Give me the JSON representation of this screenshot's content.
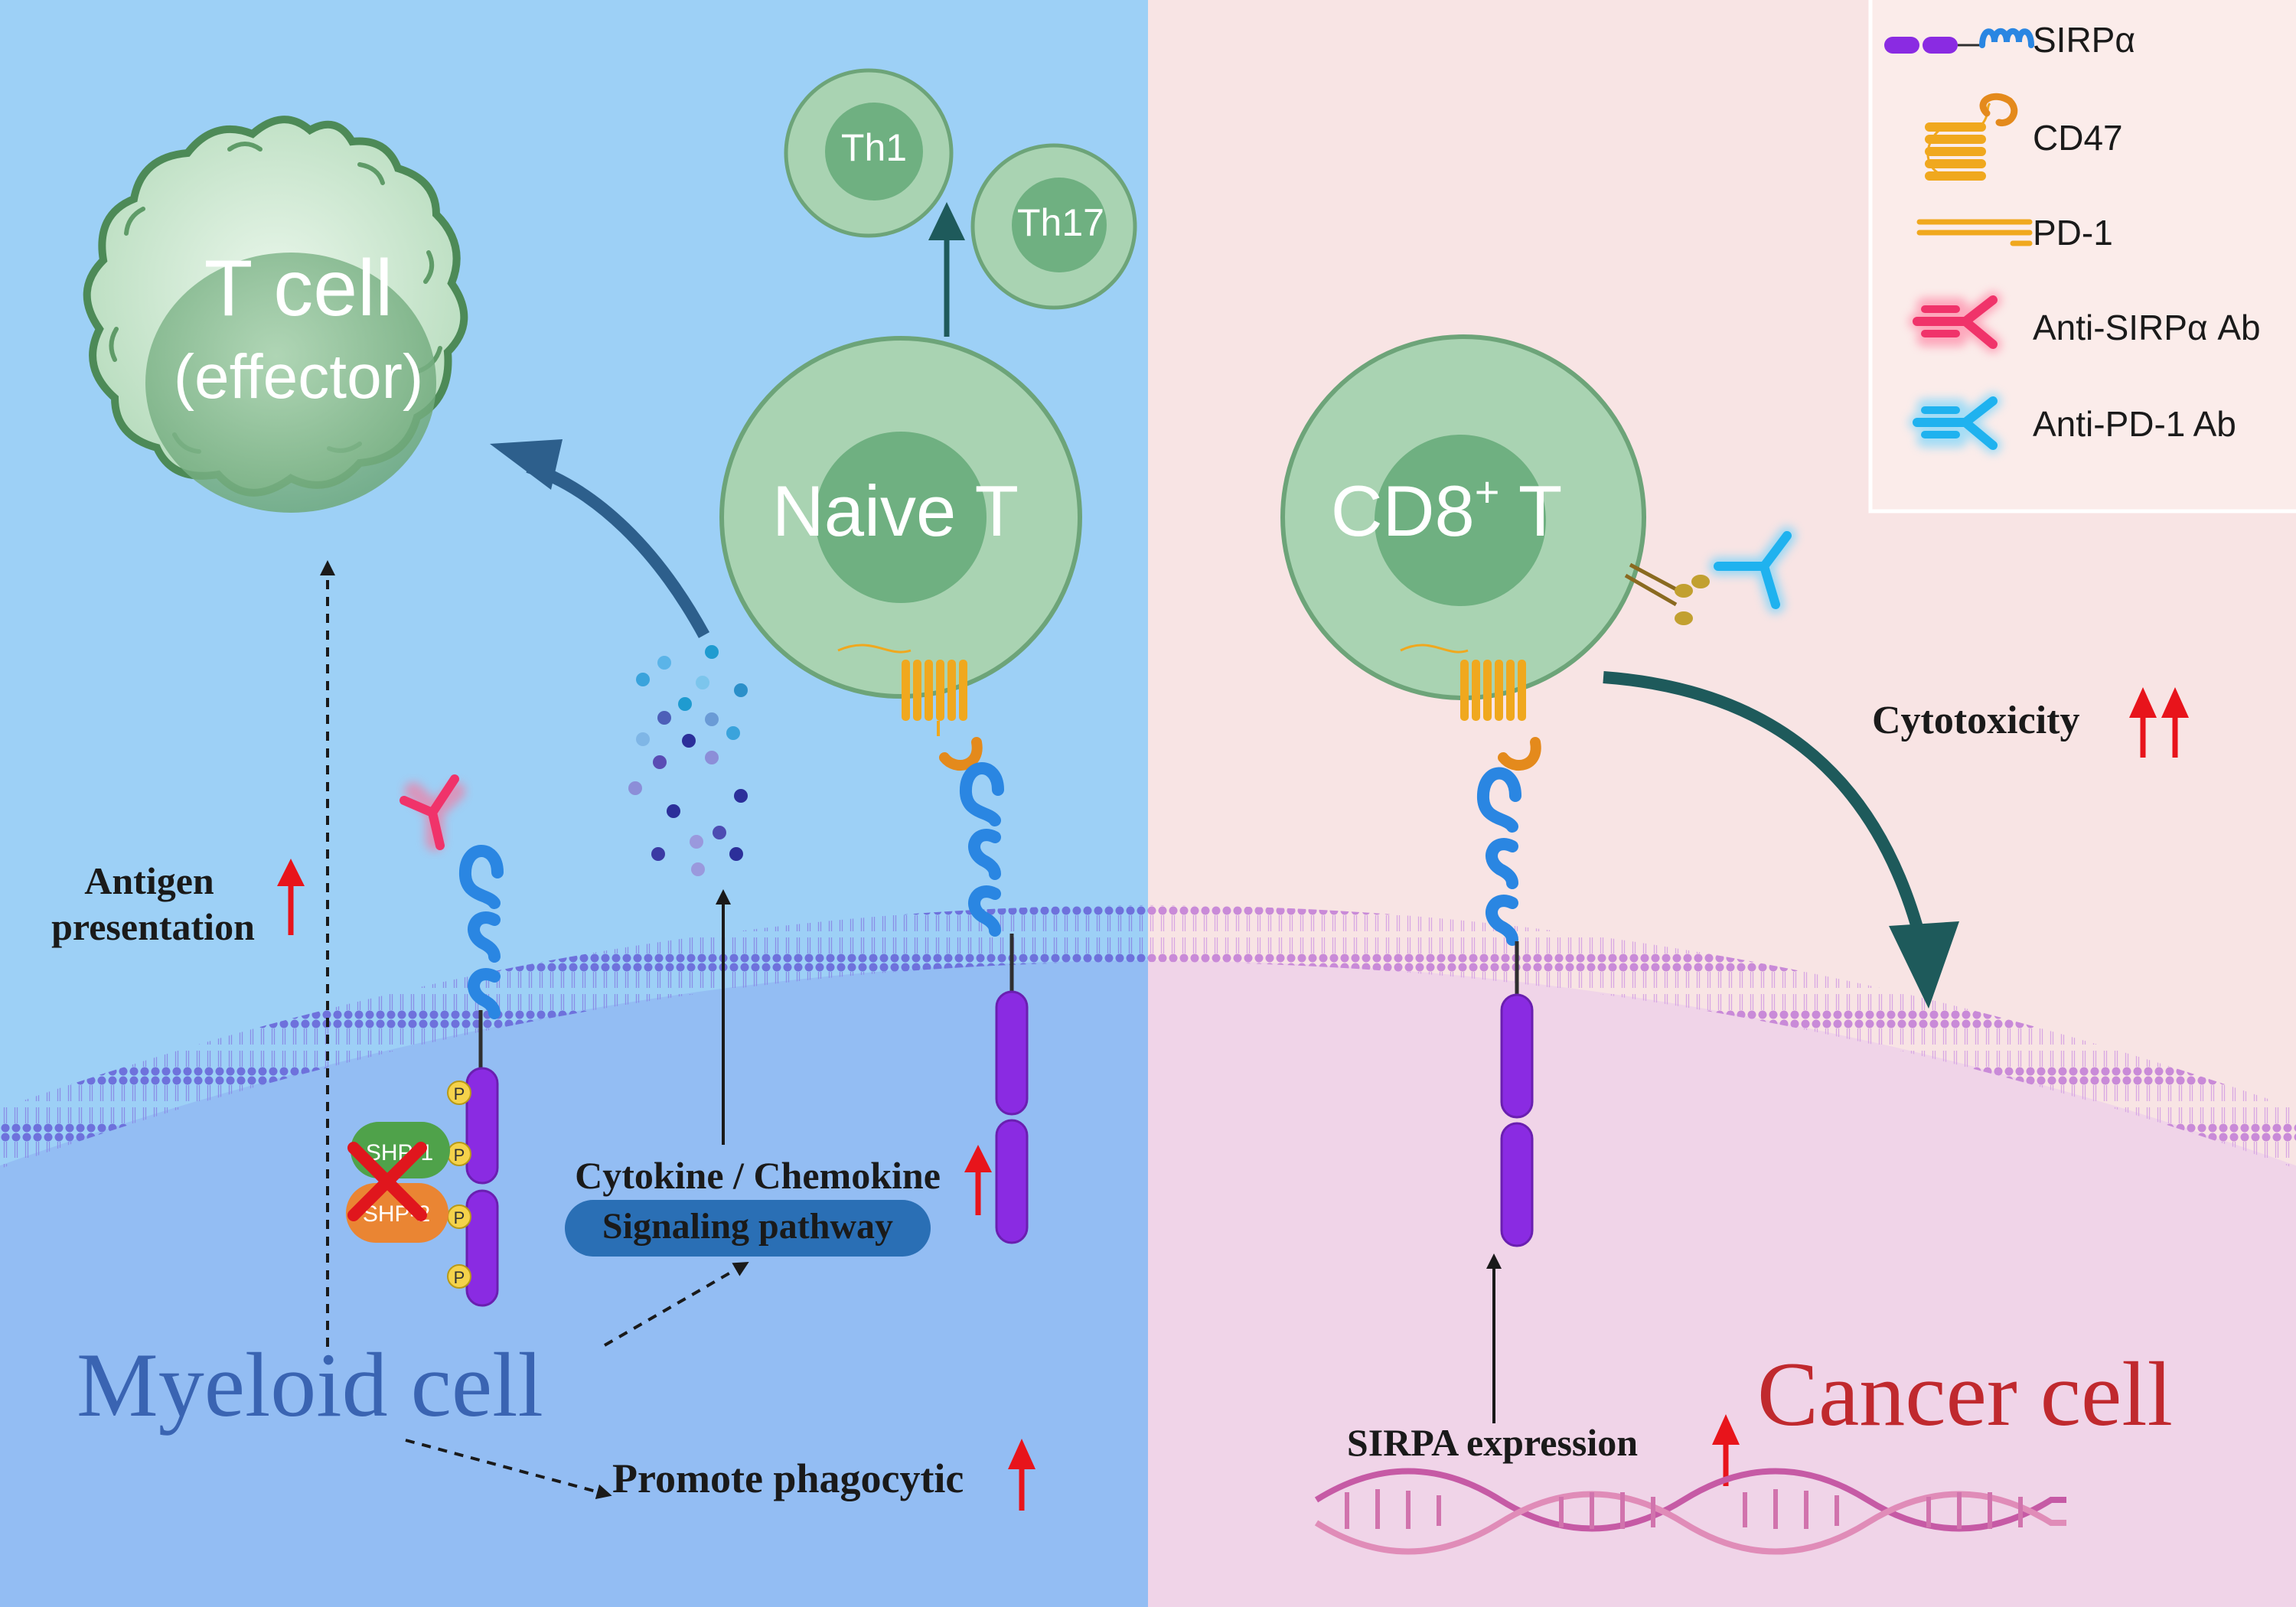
{
  "cells": {
    "t_effector": {
      "title": "T cell",
      "subtitle": "(effector)"
    },
    "naive_t": "Naive T",
    "th1": "Th1",
    "th17": "Th17",
    "cd8": {
      "main": "CD8",
      "sup": "+",
      "suffix": " T"
    }
  },
  "left_panel": {
    "antigen_line1": "Antigen",
    "antigen_line2": "presentation",
    "cytokine": "Cytokine / Chemokine",
    "signaling": "Signaling pathway",
    "shp1": "SHP-1",
    "shp2": "SHP-2",
    "phospho": "P",
    "myeloid": "Myeloid cell",
    "phagocytic": "Promote phagocytic"
  },
  "right_panel": {
    "cytotoxicity": "Cytotoxicity",
    "sirpa_expression": "SIRPA expression",
    "cancer": "Cancer cell"
  },
  "legend": {
    "items": [
      {
        "label": "SIRPα",
        "icon": "sirpa-icon"
      },
      {
        "label": "CD47",
        "icon": "cd47-icon"
      },
      {
        "label": "PD-1",
        "icon": "pd1-icon"
      },
      {
        "label": "Anti-SIRPα Ab",
        "icon": "anti-sirpa-antibody-icon"
      },
      {
        "label": "Anti-PD-1 Ab",
        "icon": "anti-pd1-antibody-icon"
      }
    ]
  },
  "colors": {
    "left_bg": "#9dd0f6",
    "right_bg": "#f8e4e4",
    "myeloid_text": "#3a64b2",
    "cancer_text": "#c0292e",
    "up_arrow": "#e8141b",
    "sirpa_blue": "#2a86e2",
    "sirpa_purple": "#8a2be2",
    "cd47_orange": "#f0a81e",
    "anti_sirpa": "#f0336a",
    "anti_pd1": "#1fb2ef",
    "tcell_green": "#a9d3b2"
  }
}
